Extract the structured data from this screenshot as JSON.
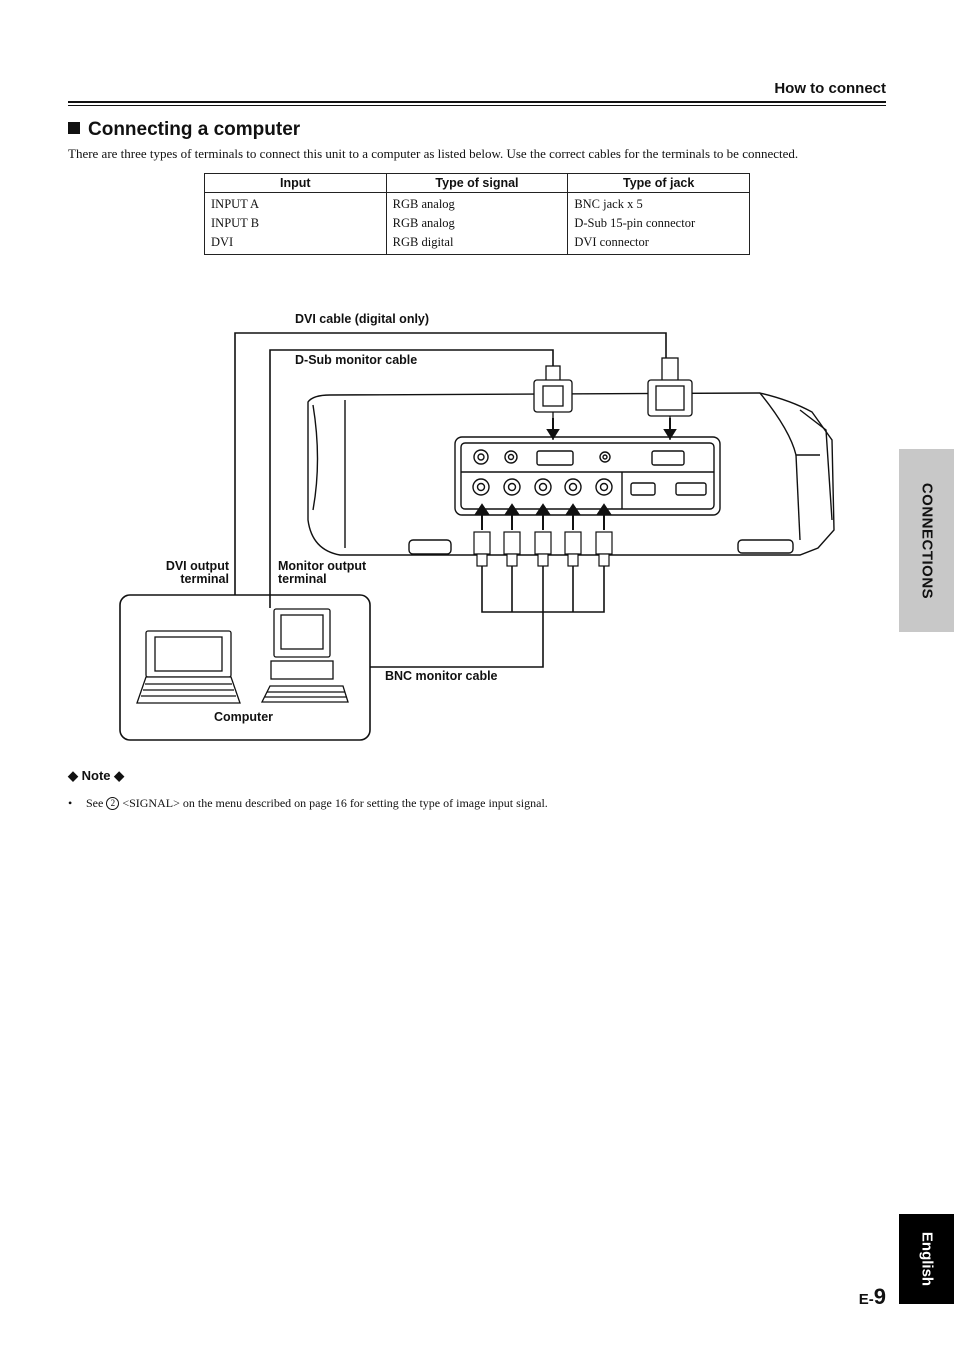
{
  "header": {
    "section_title": "How to connect"
  },
  "section": {
    "title": "Connecting a computer",
    "intro": "There are three types of terminals to connect this unit to a computer as listed below. Use the correct cables for the terminals to be connected."
  },
  "table": {
    "headers": [
      "Input",
      "Type of signal",
      "Type of jack"
    ],
    "rows": [
      [
        "INPUT A",
        "RGB analog",
        "BNC jack x 5"
      ],
      [
        "INPUT B",
        "RGB analog",
        "D-Sub 15-pin connector"
      ],
      [
        "DVI",
        "RGB digital",
        "DVI connector"
      ]
    ]
  },
  "diagram": {
    "dvi_cable": "DVI cable (digital only)",
    "dsub_cable": "D-Sub monitor cable",
    "dvi_output_line1": "DVI output",
    "dvi_output_line2": "terminal",
    "monitor_output_line1": "Monitor output",
    "monitor_output_line2": "terminal",
    "bnc_cable": "BNC monitor cable",
    "computer": "Computer"
  },
  "note": {
    "title": "Note",
    "bullet": "•",
    "pre": "See",
    "circled": "2",
    "post": "<SIGNAL> on the menu described on page 16 for setting the type of image input signal."
  },
  "side_tabs": {
    "connections": "CONNECTIONS",
    "language": "English"
  },
  "page": {
    "prefix": "E-",
    "number": "9"
  }
}
